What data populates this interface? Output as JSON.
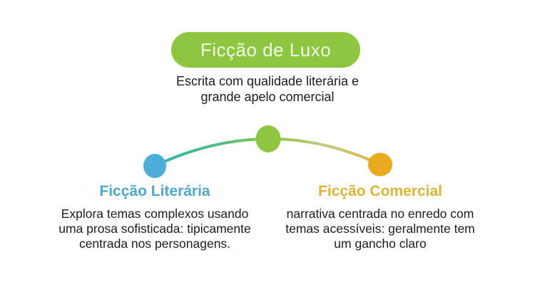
{
  "diagram": {
    "title_node": {
      "label": "Ficção de Luxo",
      "bg_color": "#8DC63F",
      "text_color": "#F3F8EA"
    },
    "subtitle_lines": [
      "Escrita com qualidade literária e",
      "grande apelo comercial"
    ],
    "left_node": {
      "label": "Ficção Literária",
      "label_color": "#4FA8CC",
      "dot_color": "#4CAED6",
      "description_lines": [
        "Explora temas complexos usando",
        "uma prosa sofisticada: tipicamente",
        "centrada nos personagens."
      ]
    },
    "center_node": {
      "dot_color": "#8DC63F"
    },
    "right_node": {
      "label": "Ficção Comercial",
      "label_color": "#DDB334",
      "dot_color": "#E9AA1E",
      "description_lines": [
        "narrativa centrada no enredo com",
        "temas acessíveis: geralmente tem",
        "um gancho claro"
      ]
    },
    "arc_gradient": [
      "#2EB5A8",
      "#53BC85",
      "#8DC63F",
      "#BFCB85",
      "#E2B43C"
    ],
    "body_text_color": "#1C1C1C",
    "background_color": "#FFFFFF"
  }
}
